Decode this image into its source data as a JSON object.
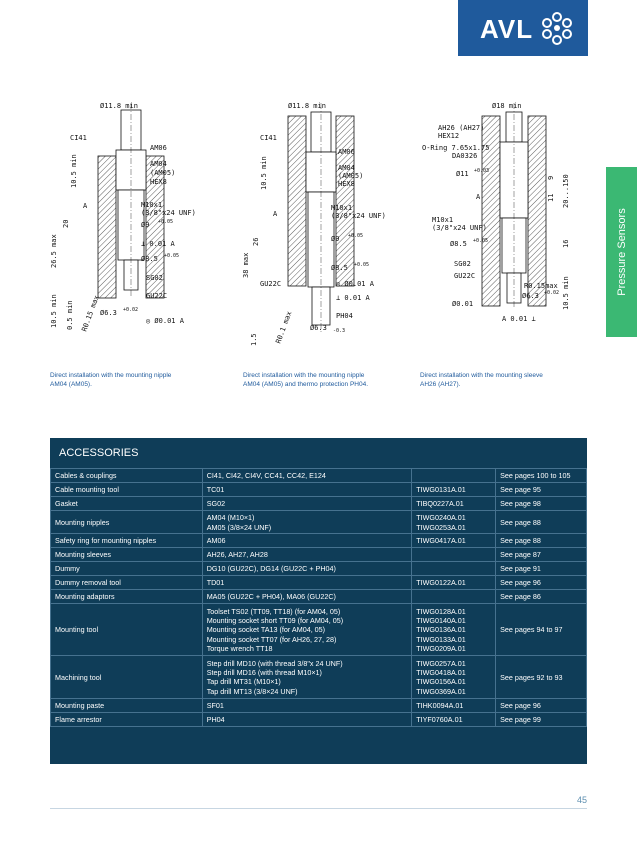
{
  "brand": {
    "name": "AVL"
  },
  "side_tab": {
    "label": "Pressure Sensors"
  },
  "drawings": [
    {
      "labels": {
        "diam_top": "Ø11.8 min",
        "ci": "CI41",
        "am06": "AM06",
        "am04": "AM04",
        "am05": "(AM05)",
        "hex": "HEX8",
        "m10": "M10x1",
        "unf": "(3/8\"x24 UNF)",
        "d9": "Ø9",
        "d9_tol": "+0.05",
        "perp": "⊥ 0.01 A",
        "d85": "Ø8.5",
        "d85_tol": "+0.05",
        "sg": "SG02",
        "gu": "GU22C",
        "d63": "Ø6.3",
        "d63_tol": "+0.02",
        "concentric": "◎ Ø0.01 A",
        "v1": "10.5 min",
        "v2": "20",
        "v3": "26.5 max",
        "v4": "10.5 min",
        "v5": "0.5 min",
        "v6": "R0.15 max",
        "ref": "A"
      },
      "caption": [
        "Direct installation with the mounting nipple",
        "AM04 (AM05)."
      ]
    },
    {
      "labels": {
        "diam_top": "Ø11.8 min",
        "ci": "CI41",
        "am06": "AM06",
        "am04": "AM04",
        "am05": "(AM05)",
        "hex": "HEX8",
        "m10": "M10x1",
        "unf": "(3/8\"x24 UNF)",
        "d9": "Ø9",
        "d9_tol": "+0.05",
        "d85": "Ø8.5",
        "d85_tol": "+0.05",
        "gu": "GU22C",
        "concentric": "◎ Ø0.01 A",
        "perp": "⊥ 0.01 A",
        "ph": "PH04",
        "d63": "Ø6.3",
        "d63_tol": "-0.3",
        "v1": "10.5 min",
        "v2": "26",
        "v3": "38 max",
        "v4": "1.5",
        "v5": "R0.1 max",
        "ref": "A"
      },
      "caption": [
        "Direct installation with the mounting nipple",
        "AM04 (AM05) and thermo protection PH04."
      ]
    },
    {
      "labels": {
        "diam_top": "Ø18 min",
        "am": "AH26 (AH27)",
        "hex": "HEX12",
        "oring": "O-Ring 7.65x1.75",
        "da": "DA0326",
        "d11": "Ø11",
        "d11_tol": "+0.03",
        "m10": "M10x1",
        "unf": "(3/8\"x24 UNF)",
        "d85": "Ø8.5",
        "d85_tol": "+0.05",
        "sg": "SG02",
        "gu": "GU22C",
        "r": "R0.15max",
        "d63": "Ø6.3",
        "d63_tol": "+0.02",
        "concentric": "Ø0.01",
        "perp": "A 0.01 ⊥",
        "v1": "9",
        "v2": "11",
        "v3": "20...150",
        "v4": "16",
        "v5": "10.5 min",
        "ref": "A"
      },
      "caption": [
        "Direct installation with the mounting sleeve",
        "AH26 (AH27)."
      ]
    }
  ],
  "accessories": {
    "title": "ACCESSORIES",
    "rows": [
      {
        "name": "Cables & couplings",
        "items": [
          "CI41, CI42, CI4V, CC41, CC42, E124"
        ],
        "codes": [],
        "ref": "See pages 100 to 105"
      },
      {
        "name": "Cable mounting tool",
        "items": [
          "TC01"
        ],
        "codes": [
          "TIWG0131A.01"
        ],
        "ref": "See page 95"
      },
      {
        "name": "Gasket",
        "items": [
          "SG02"
        ],
        "codes": [
          "TIBQ0227A.01"
        ],
        "ref": "See page 98"
      },
      {
        "name": "Mounting nipples",
        "items": [
          "AM04 (M10×1)",
          "AM05 (3/8×24 UNF)"
        ],
        "codes": [
          "TIWG0240A.01",
          "TIWG0253A.01"
        ],
        "ref": "See page 88"
      },
      {
        "name": "Safety ring for mounting nipples",
        "items": [
          "AM06"
        ],
        "codes": [
          "TIWG0417A.01"
        ],
        "ref": "See page 88"
      },
      {
        "name": "Mounting sleeves",
        "items": [
          "AH26, AH27, AH28"
        ],
        "codes": [],
        "ref": "See page 87"
      },
      {
        "name": "Dummy",
        "items": [
          "DG10 (GU22C), DG14 (GU22C + PH04)"
        ],
        "codes": [],
        "ref": "See page 91"
      },
      {
        "name": "Dummy removal tool",
        "items": [
          "TD01"
        ],
        "codes": [
          "TIWG0122A.01"
        ],
        "ref": "See page 96"
      },
      {
        "name": "Mounting adaptors",
        "items": [
          "MA05 (GU22C + PH04), MA06 (GU22C)"
        ],
        "codes": [],
        "ref": "See page 86"
      },
      {
        "name": "Mounting tool",
        "items": [
          "Toolset TS02 (TT09, TT18) (for AM04, 05)",
          "Mounting socket short TT09 (for AM04, 05)",
          "Mounting socket TA13 (for AM04, 05)",
          "Mounting socket TT07 (for AH26, 27, 28)",
          "Torque wrench TT18"
        ],
        "codes": [
          "TIWG0128A.01",
          "TIWG0140A.01",
          "TIWG0136A.01",
          "TIWG0133A.01",
          "TIWG0209A.01"
        ],
        "ref": "See pages 94 to 97"
      },
      {
        "name": "Machining tool",
        "items": [
          "Step drill MD10 (with thread 3/8\"x 24 UNF)",
          "Step drill MD16 (with thread M10×1)",
          "Tap drill MT31 (M10×1)",
          "Tap drill MT13 (3/8×24 UNF)"
        ],
        "codes": [
          "TIWG0257A.01",
          "TIWG0418A.01",
          "TIWG0156A.01",
          "TIWG0369A.01"
        ],
        "ref": "See pages 92 to 93"
      },
      {
        "name": "Mounting paste",
        "items": [
          "SF01"
        ],
        "codes": [
          "TIHK0094A.01"
        ],
        "ref": "See page 96"
      },
      {
        "name": "Flame arrestor",
        "items": [
          "PH04"
        ],
        "codes": [
          "TIYF0760A.01"
        ],
        "ref": "See page 99"
      }
    ]
  },
  "page_number": "45",
  "colors": {
    "brand_blue": "#1f5a9c",
    "table_bg": "#0f3d58",
    "tab_green": "#3bb873",
    "caption_blue": "#1f5a9c"
  }
}
